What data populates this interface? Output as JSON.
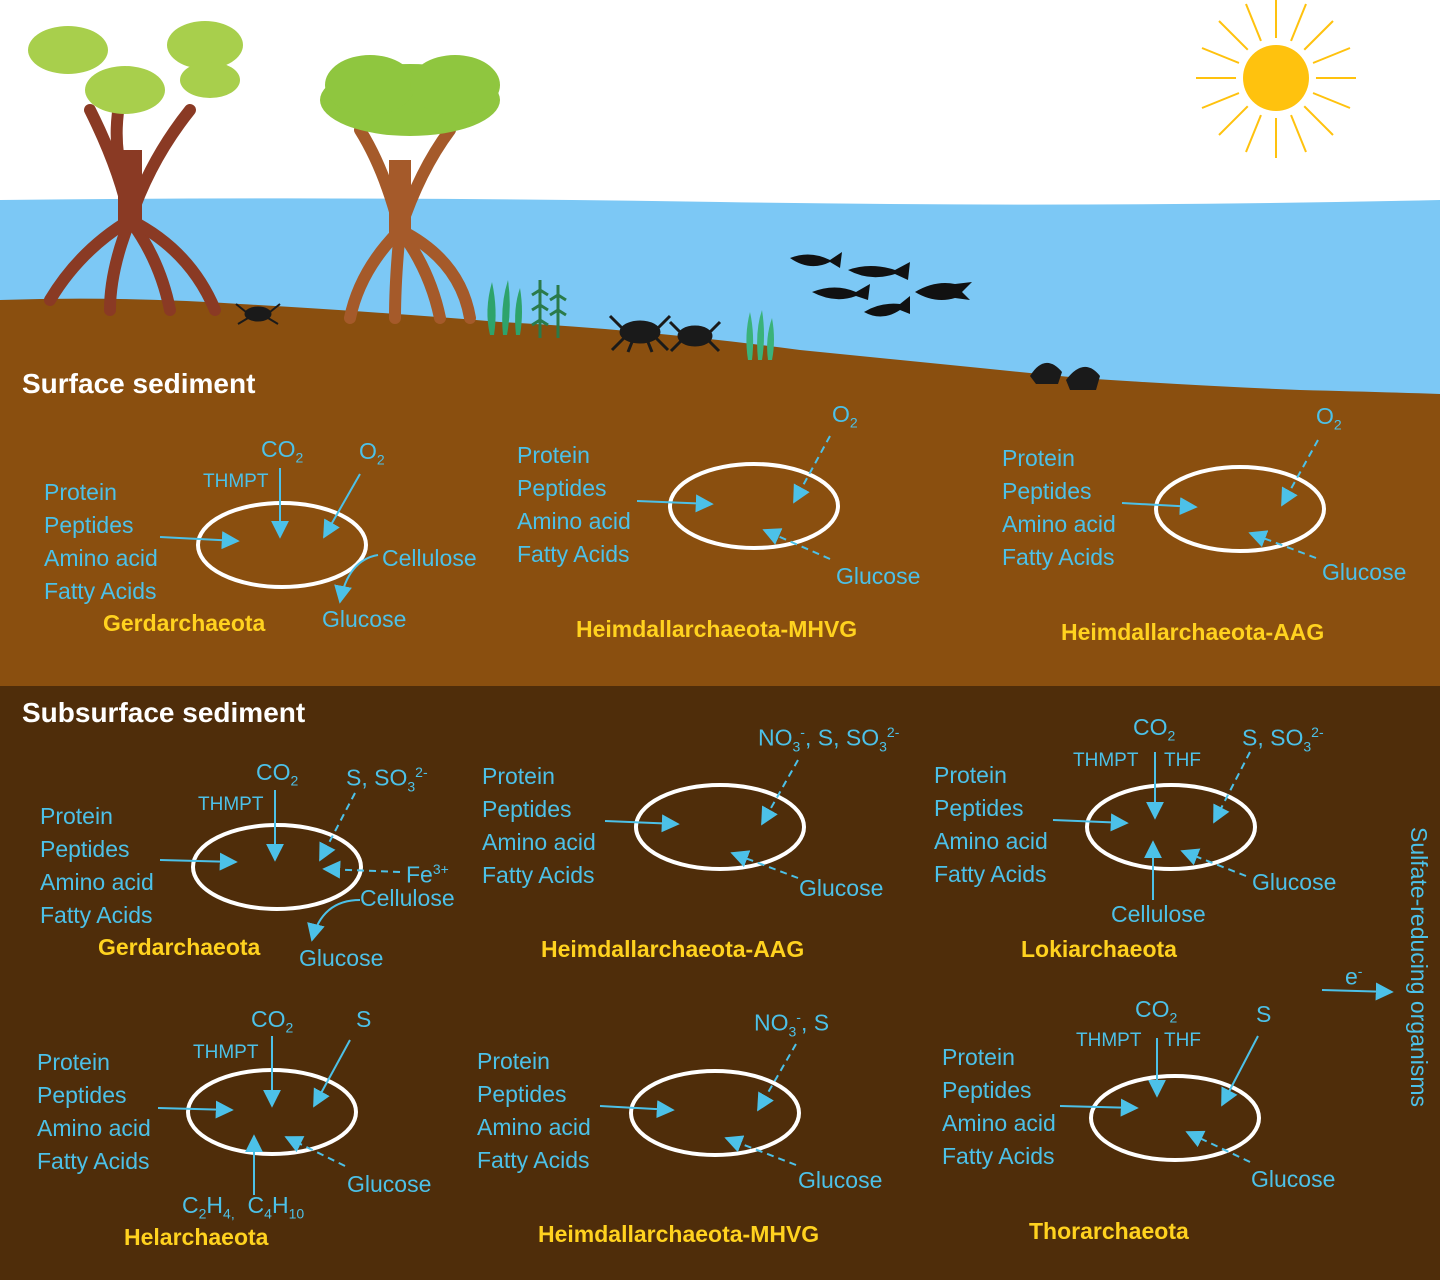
{
  "sections": {
    "surface_title": "Surface sediment",
    "subsurface_title": "Subsurface sediment"
  },
  "common": {
    "inputs": [
      "Protein",
      "Peptides",
      "Amino acid",
      "Fatty Acids"
    ]
  },
  "labels": {
    "co2": "CO",
    "o2": "O",
    "two": "2",
    "thmpt": "THMPT",
    "thf": "THF",
    "cellulose": "Cellulose",
    "glucose": "Glucose",
    "s_so3": "S, SO",
    "three": "3",
    "charge_2minus": "2-",
    "fe": "Fe",
    "fe_charge": "3+",
    "no3": "NO",
    "minus": "-",
    "comma_s_so3": ", S, SO",
    "comma_s": ", S",
    "s": "S",
    "c2h4_c": "C",
    "c2h4_h": "H",
    "four": "4,",
    "c4h10_c": "C",
    "c4h10_h": "H",
    "c4_4": "4",
    "c4_10": "10",
    "e": "e",
    "sulfate_reducers": "Sulfate-reducing organisms"
  },
  "organisms": {
    "s_gerd": "Gerdarchaeota",
    "s_heim_mhvg": "Heimdallarchaeota-MHVG",
    "s_heim_aag": "Heimdallarchaeota-AAG",
    "d_gerd": "Gerdarchaeota",
    "d_heim_aag": "Heimdallarchaeota-AAG",
    "d_loki": "Lokiarchaeota",
    "d_hel": "Helarchaeota",
    "d_heim_mhvg": "Heimdallarchaeota-MHVG",
    "d_thor": "Thorarchaeota"
  },
  "colors": {
    "sky": "#ffffff",
    "water": "#7cc8f5",
    "surface_sediment": "#8a4f0f",
    "subsurface_sediment": "#4f2d0a",
    "arrow_text": "#4cc1e8",
    "organism_label": "#ffd21f",
    "cell_outline": "#ffffff",
    "sun": "#ffc20e"
  }
}
